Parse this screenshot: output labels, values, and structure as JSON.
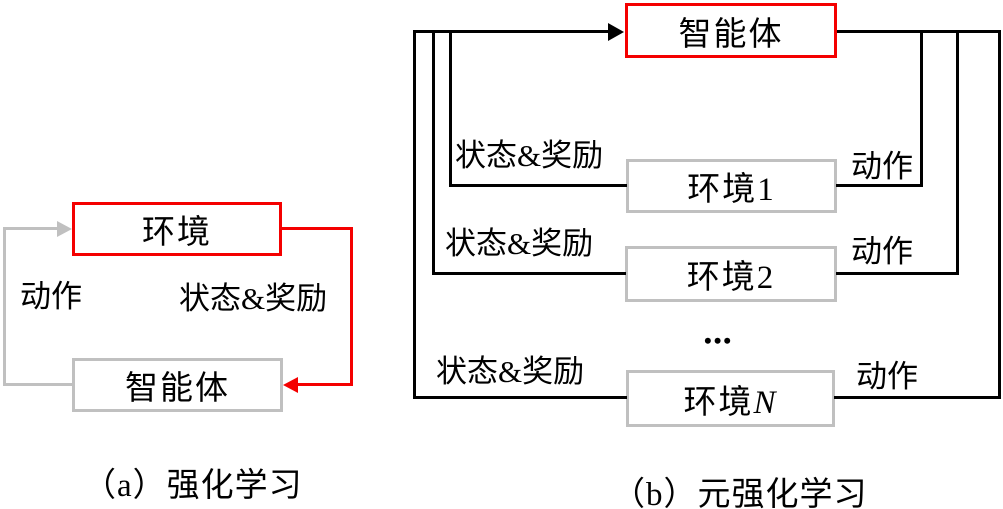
{
  "figure": {
    "colors": {
      "accent_red": "#f40000",
      "box_gray": "#c0c0c0",
      "line_black": "#000000"
    },
    "panel_a": {
      "caption": "（a）强化学习",
      "environment_label": "环境",
      "agent_label": "智能体",
      "action_label": "动作",
      "state_reward_label": "状态&奖励"
    },
    "panel_b": {
      "caption": "（b）元强化学习",
      "agent_label": "智能体",
      "ellipsis": "•••",
      "environments": [
        {
          "name_prefix": "环境",
          "name_suffix": "1",
          "state_reward_label": "状态&奖励",
          "action_label": "动作"
        },
        {
          "name_prefix": "环境",
          "name_suffix": "2",
          "state_reward_label": "状态&奖励",
          "action_label": "动作"
        },
        {
          "name_prefix": "环境",
          "name_suffix": "N",
          "state_reward_label": "状态&奖励",
          "action_label": "动作"
        }
      ]
    }
  }
}
